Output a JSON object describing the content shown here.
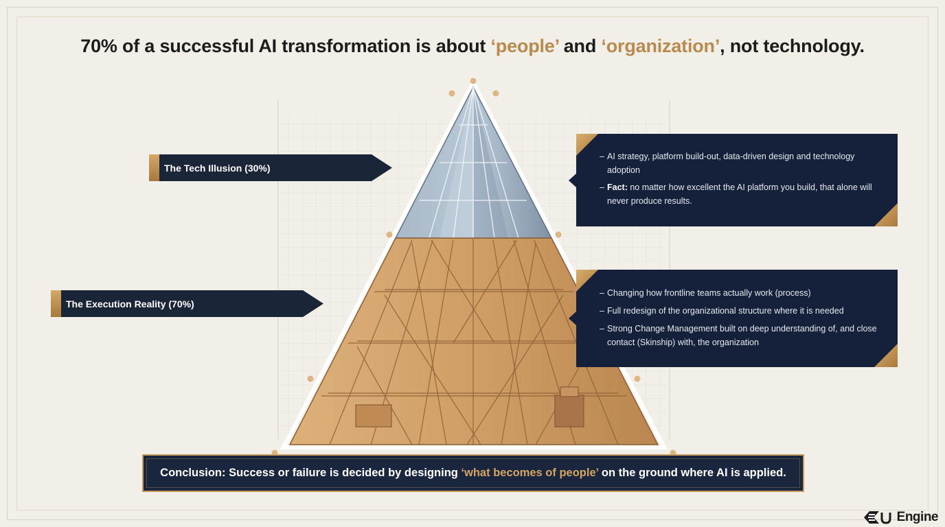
{
  "title": {
    "prefix": "70% of a successful AI transformation is about ",
    "highlight1": "‘people’",
    "middle": " and ",
    "highlight2": "‘organization’",
    "suffix": ", not technology."
  },
  "layers": {
    "tech": {
      "tag": "The Tech Illusion (30%)",
      "share": 30,
      "points": [
        {
          "label": "",
          "text": "AI strategy, platform build-out, data-driven design and technology adoption"
        },
        {
          "label": "Fact:",
          "text": " no matter how excellent the AI platform you build, that alone will never produce results."
        }
      ]
    },
    "execution": {
      "tag": "The Execution Reality (70%)",
      "share": 70,
      "points": [
        {
          "label": "",
          "text": "Changing how frontline teams actually work (process)"
        },
        {
          "label": "",
          "text": "Full redesign of the organizational structure where it is needed"
        },
        {
          "label": "",
          "text": "Strong Change Management built on deep understanding of, and close contact (Skinship) with, the organization"
        }
      ]
    }
  },
  "conclusion": {
    "prefix": "Conclusion: Success or failure is decided by designing ",
    "highlight": "‘what becomes of people’",
    "suffix": " on the ground where AI is applied."
  },
  "logo": {
    "text": "Engine",
    "icon": "uengine-logo-icon"
  },
  "colors": {
    "accent": "#b88a4e",
    "navy": "#15213a",
    "glass": "#9fb0c2",
    "wood": "#c99a64"
  }
}
